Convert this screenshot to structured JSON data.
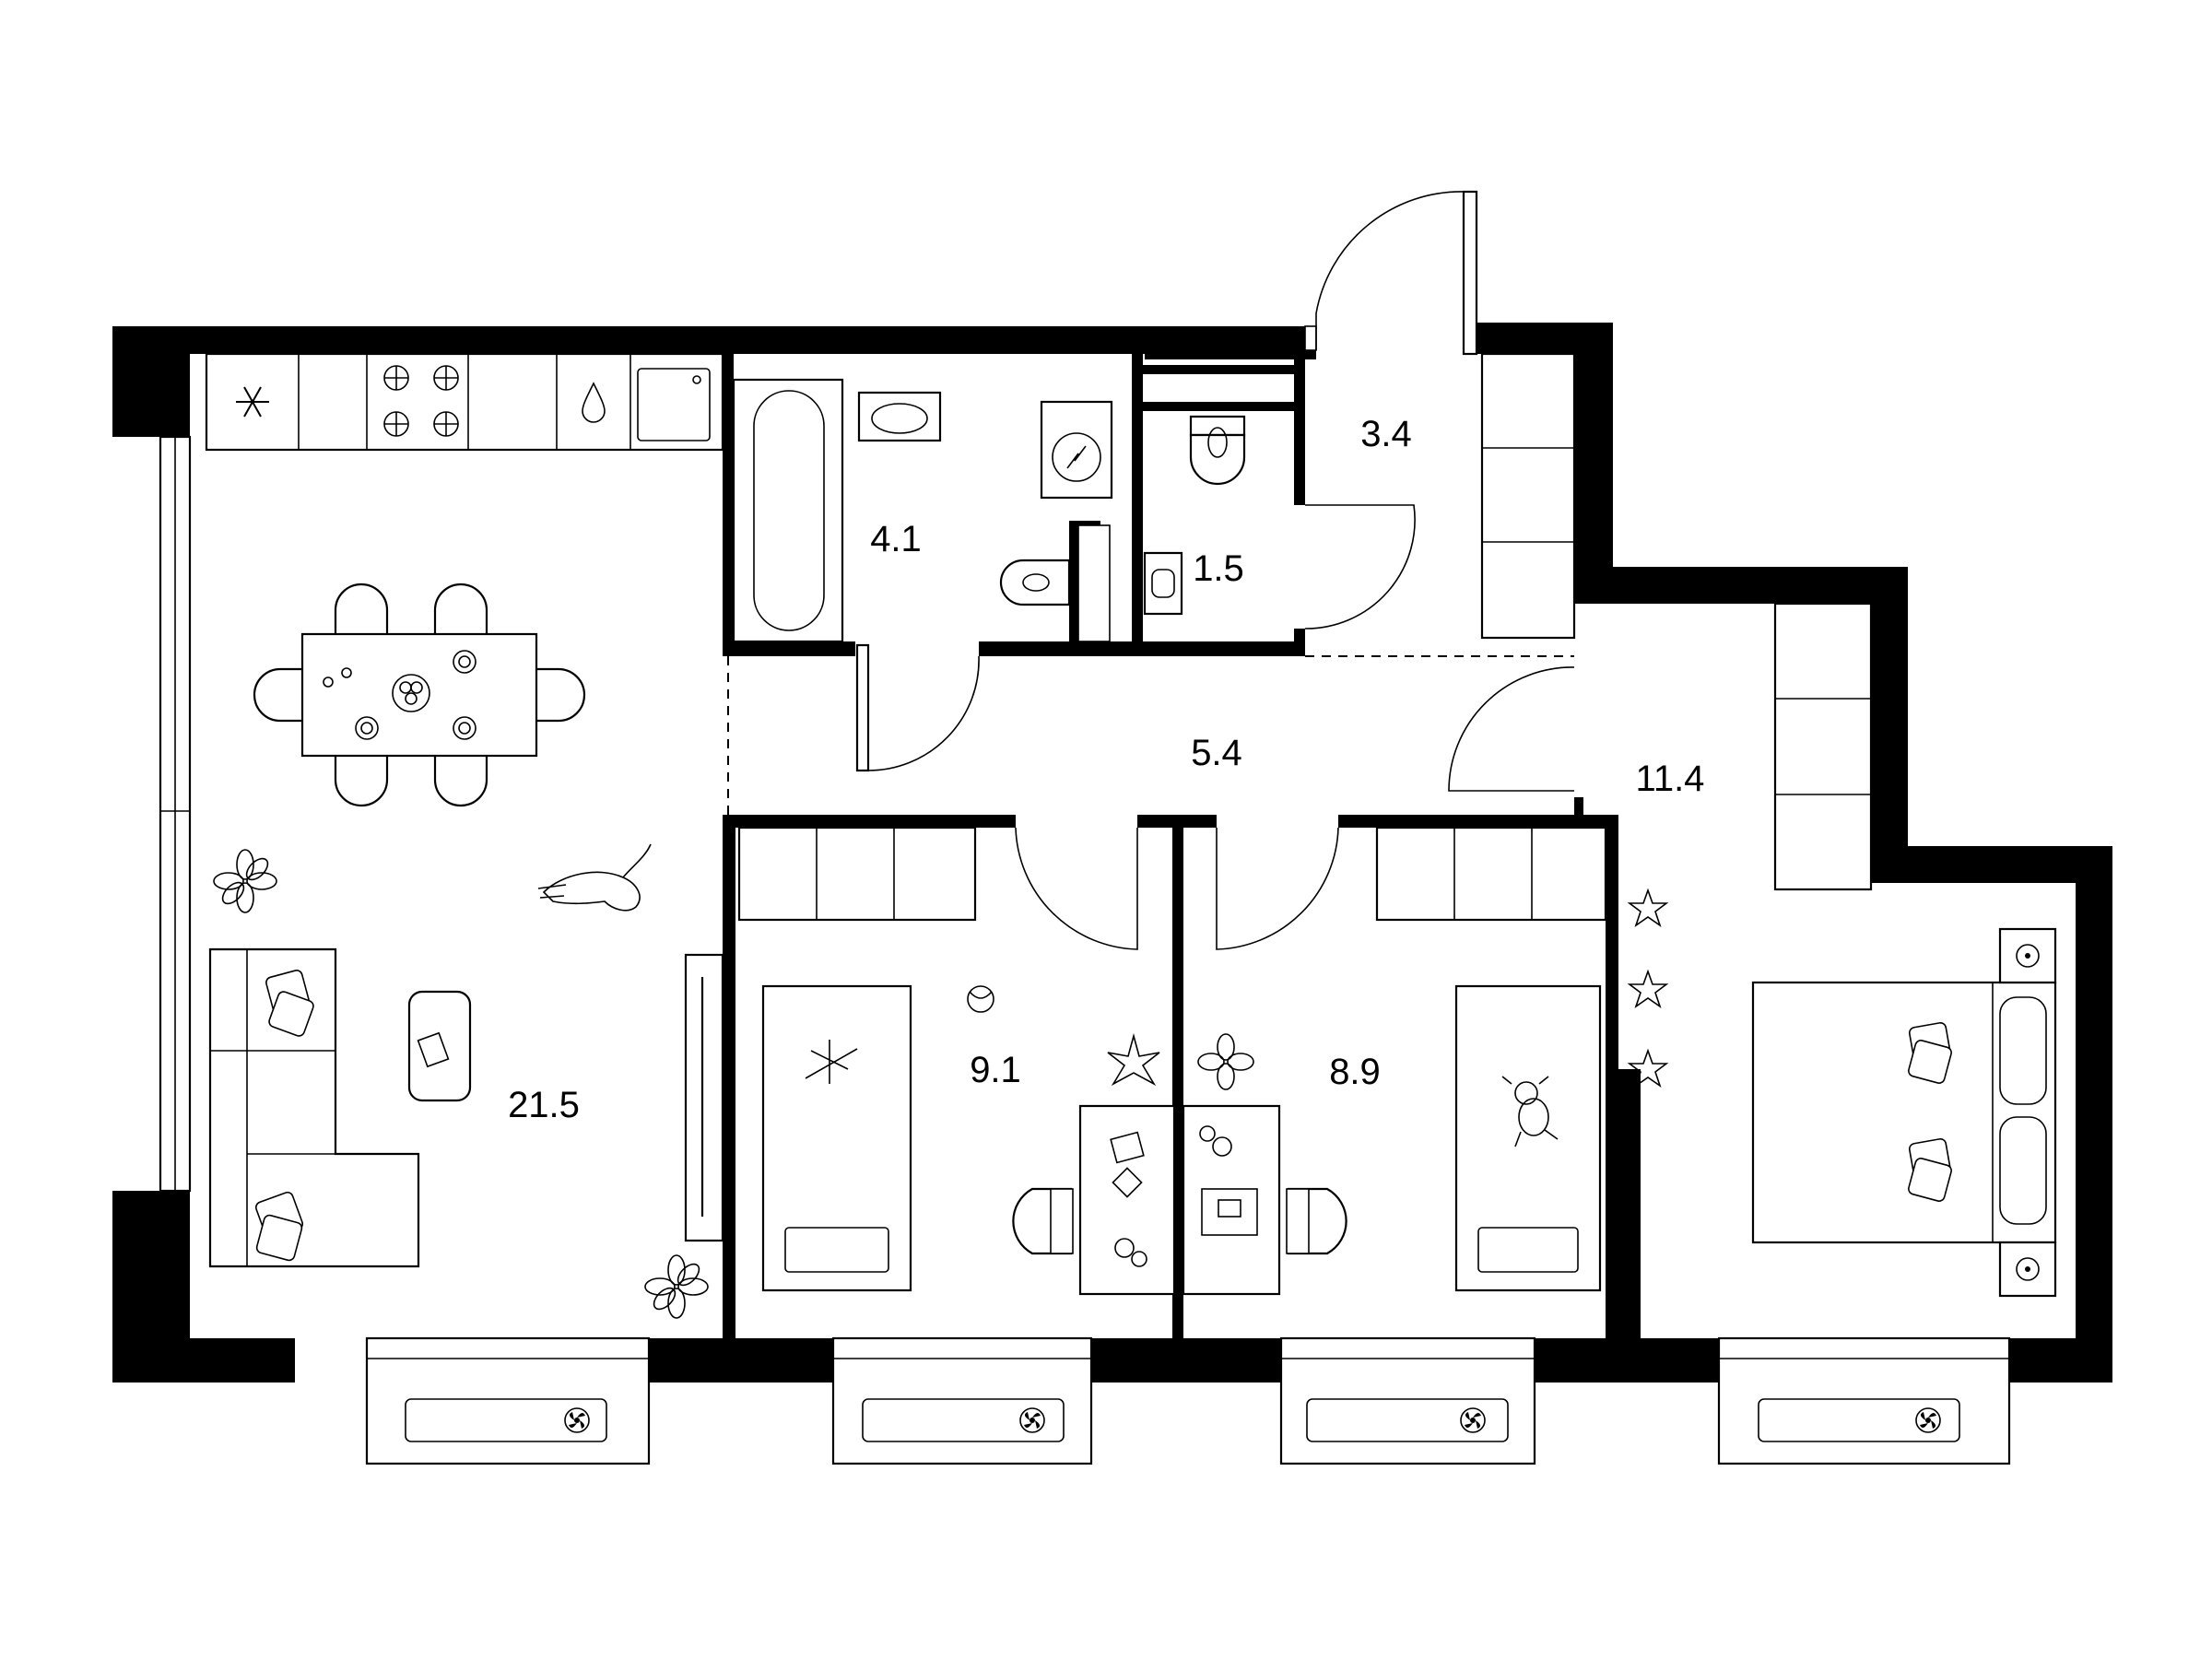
{
  "plan": {
    "rooms": [
      {
        "id": "living-kitchen",
        "area": "21.5"
      },
      {
        "id": "bathroom",
        "area": "4.1"
      },
      {
        "id": "toilet",
        "area": "1.5"
      },
      {
        "id": "entrance-hall",
        "area": "3.4"
      },
      {
        "id": "corridor",
        "area": "5.4"
      },
      {
        "id": "kids-room-1",
        "area": "9.1"
      },
      {
        "id": "kids-room-2",
        "area": "8.9"
      },
      {
        "id": "bedroom",
        "area": "11.4"
      }
    ],
    "icons": {
      "fridge": "snowflake-icon",
      "stove": "stove-burners-icon",
      "sink": "water-drop-icon",
      "washer": "washing-machine-icon",
      "conditioner": "fan-icon"
    }
  }
}
